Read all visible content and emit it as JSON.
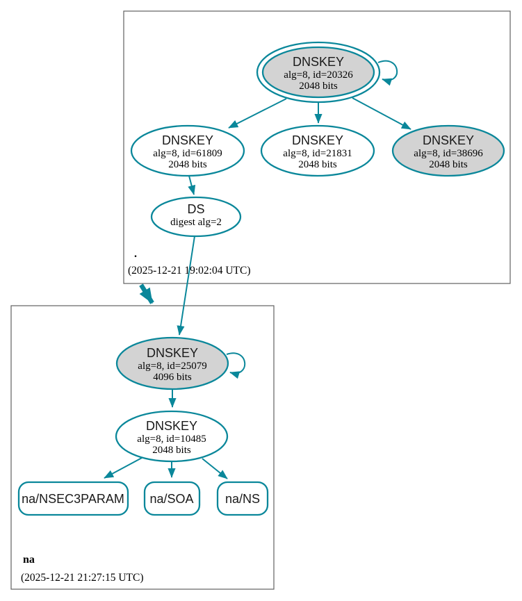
{
  "diagram": {
    "type": "dnssec-authentication-graph",
    "colors": {
      "secure_teal": "#0a879a",
      "key_fill_gray": "#d3d3d3",
      "node_fill_white": "#ffffff",
      "cluster_border_gray": "#606060",
      "text_black": "#000000"
    }
  },
  "zones": {
    "root": {
      "name": ".",
      "timestamp": "(2025-12-21 19:02:04 UTC)",
      "nodes": {
        "ksk_20326": {
          "title": "DNSKEY",
          "detail1": "alg=8, id=20326",
          "detail2": "2048 bits"
        },
        "zsk_61809": {
          "title": "DNSKEY",
          "detail1": "alg=8, id=61809",
          "detail2": "2048 bits"
        },
        "zsk_21831": {
          "title": "DNSKEY",
          "detail1": "alg=8, id=21831",
          "detail2": "2048 bits"
        },
        "key_38696": {
          "title": "DNSKEY",
          "detail1": "alg=8, id=38696",
          "detail2": "2048 bits"
        },
        "ds": {
          "title": "DS",
          "detail1": "digest alg=2"
        }
      }
    },
    "na": {
      "name": "na",
      "timestamp": "(2025-12-21 21:27:15 UTC)",
      "nodes": {
        "ksk_25079": {
          "title": "DNSKEY",
          "detail1": "alg=8, id=25079",
          "detail2": "4096 bits"
        },
        "zsk_10485": {
          "title": "DNSKEY",
          "detail1": "alg=8, id=10485",
          "detail2": "2048 bits"
        },
        "rrset_nsec3param": {
          "label": "na/NSEC3PARAM"
        },
        "rrset_soa": {
          "label": "na/SOA"
        },
        "rrset_ns": {
          "label": "na/NS"
        }
      }
    }
  }
}
